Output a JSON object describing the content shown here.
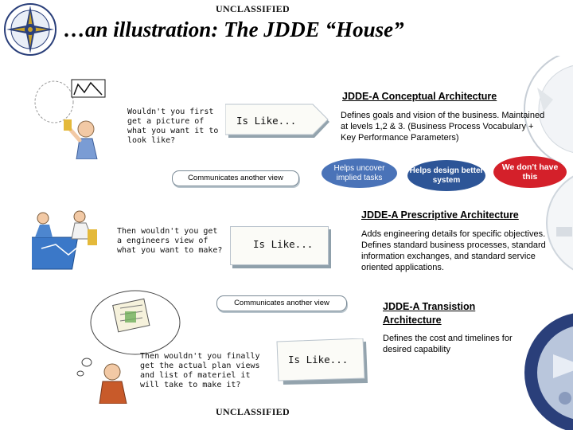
{
  "header": {
    "classification_top": "UNCLASSIFIED",
    "title": "…an illustration:  The JDDE “House”"
  },
  "footer": {
    "classification_bottom": "UNCLASSIFIED"
  },
  "sections": {
    "conceptual": {
      "question": "Wouldn't you first get a picture of what you want it to look like?",
      "is_like": "Is Like...",
      "title": "JDDE-A Conceptual Architecture",
      "description": "Defines goals and vision of the business. Maintained at levels 1,2 & 3. (Business Process Vocabulary +  Key Performance Parameters)"
    },
    "prescriptive": {
      "question": "Then wouldn't you get a engineers view of what you want to make?",
      "is_like": "Is Like...",
      "title": "JDDE-A Prescriptive Architecture",
      "description": "Adds engineering details for specific objectives.  Defines standard business processes, standard information exchanges, and standard service oriented applications."
    },
    "transistion": {
      "question": "Then wouldn't you finally get the actual plan views and list of materiel it will take to make it?",
      "is_like": "Is Like...",
      "title": "JDDE-A Transistion Architecture",
      "description": "Defines the cost and timelines for desired capability"
    }
  },
  "connectors": {
    "communicates_1": "Communicates another view",
    "communicates_2": "Communicates another view"
  },
  "callouts": {
    "helps_uncover": "Helps uncover implied tasks",
    "helps_design": "Helps design better system",
    "we_dont_have": "We don't have this"
  },
  "colors": {
    "pill_blue": "#4a73b8",
    "pill_blue_dark": "#2d5597",
    "accent_red": "#d4202a",
    "seal_navy": "#2a3f7a",
    "seal_gold": "#c9a227"
  }
}
